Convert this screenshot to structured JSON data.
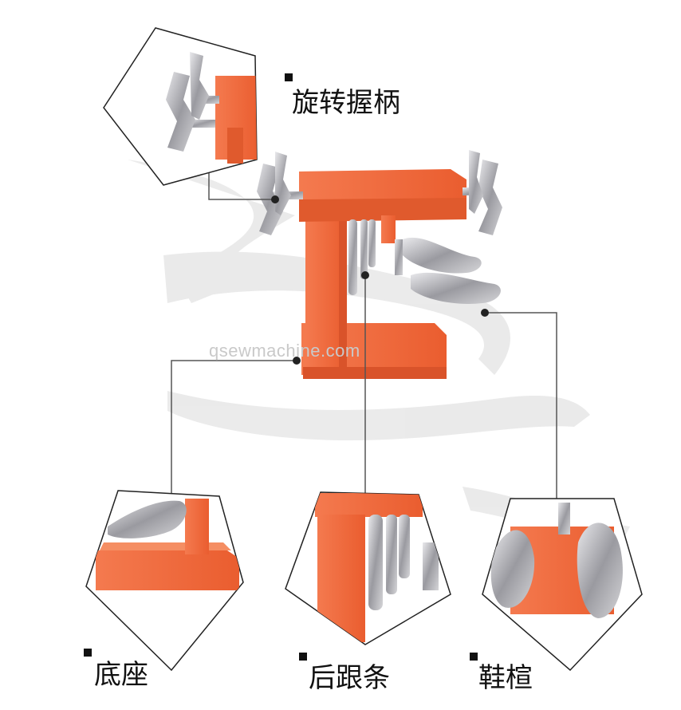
{
  "labels": {
    "rotate_handle": "旋转握柄",
    "base": "底座",
    "heel_bar": "后跟条",
    "shoe_last": "鞋楦"
  },
  "watermark": "qsewmachine.com",
  "colors": {
    "machine_orange": "#f26a3d",
    "metal": "#b8b8bc",
    "callout_line": "#555555",
    "text": "#111111"
  }
}
